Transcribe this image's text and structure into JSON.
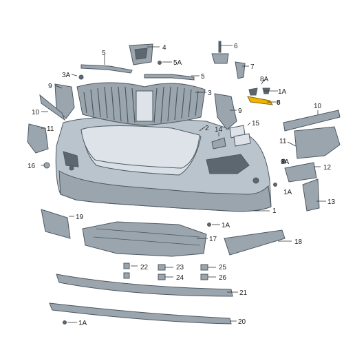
{
  "diagram": {
    "accent_color": "#f0b400",
    "part_color": "#b9c4cd",
    "labels": {
      "p1": "1",
      "p1a_a": "1A",
      "p1a_b": "1A",
      "p1a_c": "1A",
      "p1a_d": "1A",
      "p2": "2",
      "p3": "3",
      "p3a_a": "3A",
      "p3a_b": "3A",
      "p4": "4",
      "p5_a": "5",
      "p5_b": "5",
      "p5a": "5A",
      "p6": "6",
      "p7": "7",
      "p8": "8",
      "p8a": "8A",
      "p9_a": "9",
      "p9_b": "9",
      "p10_a": "10",
      "p10_b": "10",
      "p11_a": "11",
      "p11_b": "11",
      "p12": "12",
      "p13": "13",
      "p14": "14",
      "p15": "15",
      "p16": "16",
      "p17": "17",
      "p18": "18",
      "p19": "19",
      "p20": "20",
      "p21": "21",
      "p22": "22",
      "p23": "23",
      "p24": "24",
      "p25": "25",
      "p26": "26"
    }
  }
}
